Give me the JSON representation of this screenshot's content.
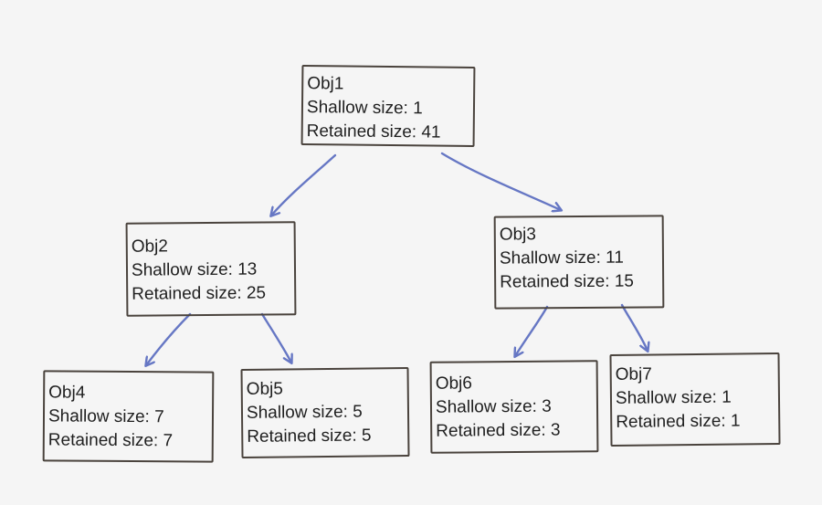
{
  "nodes": [
    {
      "name": "Obj1",
      "shallow": "Shallow size: 1",
      "retained": "Retained size: 41"
    },
    {
      "name": "Obj2",
      "shallow": "Shallow size: 13",
      "retained": "Retained size: 25"
    },
    {
      "name": "Obj3",
      "shallow": "Shallow size: 11",
      "retained": "Retained size: 15"
    },
    {
      "name": "Obj4",
      "shallow": "Shallow size: 7",
      "retained": "Retained size: 7"
    },
    {
      "name": "Obj5",
      "shallow": "Shallow size: 5",
      "retained": "Retained size: 5"
    },
    {
      "name": "Obj6",
      "shallow": "Shallow size: 3",
      "retained": "Retained size: 3"
    },
    {
      "name": "Obj7",
      "shallow": "Shallow size: 1",
      "retained": "Retained size: 1"
    }
  ],
  "edges": [
    {
      "from": "Obj1",
      "to": "Obj2"
    },
    {
      "from": "Obj1",
      "to": "Obj3"
    },
    {
      "from": "Obj2",
      "to": "Obj4"
    },
    {
      "from": "Obj2",
      "to": "Obj5"
    },
    {
      "from": "Obj3",
      "to": "Obj6"
    },
    {
      "from": "Obj3",
      "to": "Obj7"
    }
  ],
  "colors": {
    "background": "#f5f5f5",
    "box_border": "#4a433d",
    "arrow": "#6677c4",
    "text": "#1f1f1f"
  }
}
